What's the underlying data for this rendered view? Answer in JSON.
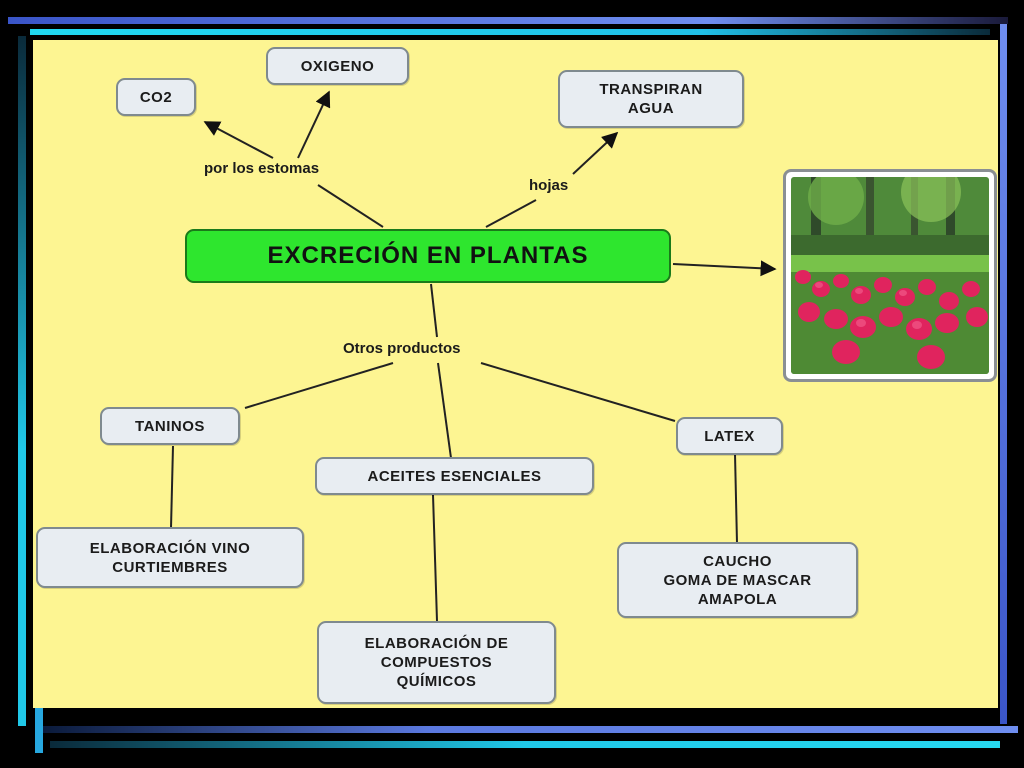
{
  "main_topic": "EXCRECIÓN EN PLANTAS",
  "labels": {
    "estomas": "por los estomas",
    "hojas": "hojas",
    "otros": "Otros productos"
  },
  "nodes": {
    "co2": "CO2",
    "oxigeno": "OXIGENO",
    "transpiran": "TRANSPIRAN\nAGUA",
    "taninos": "TANINOS",
    "aceites": "ACEITES ESENCIALES",
    "latex": "LATEX",
    "vino": "ELABORACIÓN VINO\nCURTIEMBRES",
    "compuestos": "ELABORACIÓN DE\nCOMPUESTOS\nQUÍMICOS",
    "caucho": "CAUCHO\nGOMA DE MASCAR\nAMAPOLA"
  },
  "colors": {
    "background": "#fdf592",
    "main_node": "#2ee62e",
    "node_fill": "#e8edf2",
    "frame_blue": "#5b79e0",
    "frame_cyan": "#27c7e6"
  }
}
